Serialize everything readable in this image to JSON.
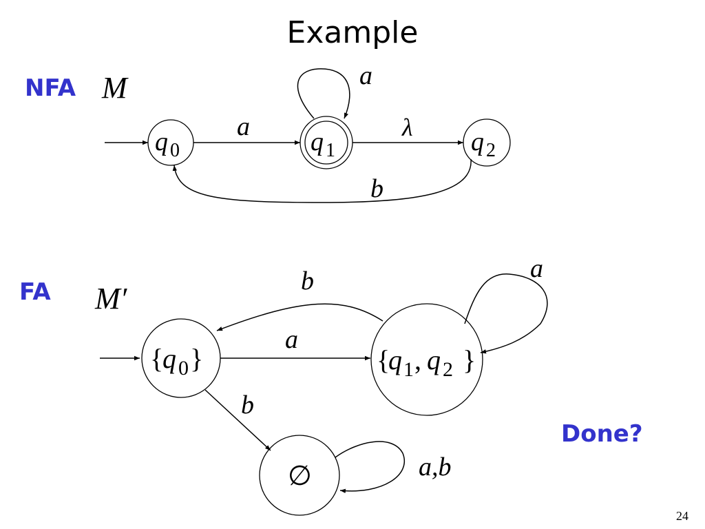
{
  "slide": {
    "title": "Example",
    "page_number": "24",
    "done_label": "Done?"
  },
  "nfa": {
    "type_label": "NFA",
    "machine": "M",
    "states": [
      "q0",
      "q1",
      "q2"
    ],
    "final_states": [
      "q1"
    ],
    "transitions": [
      {
        "from": "q0",
        "to": "q1",
        "label": "a"
      },
      {
        "from": "q1",
        "to": "q1",
        "label": "a"
      },
      {
        "from": "q1",
        "to": "q2",
        "label": "λ"
      },
      {
        "from": "q2",
        "to": "q0",
        "label": "b"
      }
    ]
  },
  "fa": {
    "type_label": "FA",
    "machine": "M′",
    "states": [
      "{q0}",
      "{q1,q2}",
      "∅"
    ],
    "transitions": [
      {
        "from": "{q0}",
        "to": "{q1,q2}",
        "label": "a"
      },
      {
        "from": "{q1,q2}",
        "to": "{q0}",
        "label": "b"
      },
      {
        "from": "{q1,q2}",
        "to": "{q1,q2}",
        "label": "a"
      },
      {
        "from": "{q0}",
        "to": "∅",
        "label": "b"
      },
      {
        "from": "∅",
        "to": "∅",
        "label": "a,b"
      }
    ]
  }
}
